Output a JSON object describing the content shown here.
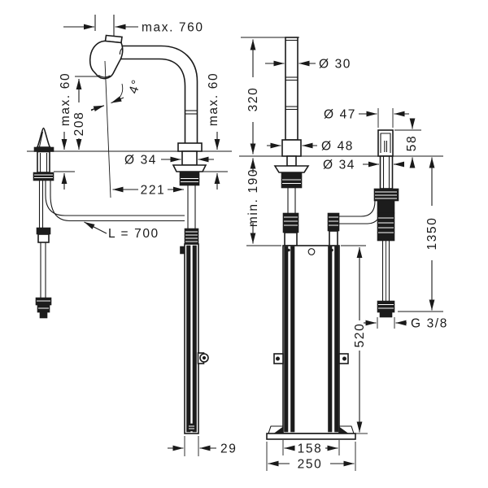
{
  "drawing": {
    "colors": {
      "line": "#1a1a1a",
      "background": "#ffffff"
    },
    "dims": {
      "max_pullout": "max. 760",
      "counter_max_left": "max. 60",
      "spout_height": "208",
      "swivel_angle": "4°",
      "tailpiece_diameter_side": "Ø 34",
      "counter_max_right": "max. 60",
      "spout_reach": "221",
      "pullout_hose_length": "L = 700",
      "spout_pipe_diameter": "Ø 30",
      "body_height": "320",
      "min_installation_depth": "min. 190",
      "handle_diameter": "Ø 47",
      "handle_height": "58",
      "base_escutcheon_diameter": "Ø 48",
      "handle_tailpiece_diameter": "Ø 34",
      "supply_hose_length": "1350",
      "connection_thread": "G 3/8",
      "bracket_height": "520",
      "bracket_depth": "29",
      "bracket_width": "158",
      "baseplate_width": "250"
    }
  }
}
